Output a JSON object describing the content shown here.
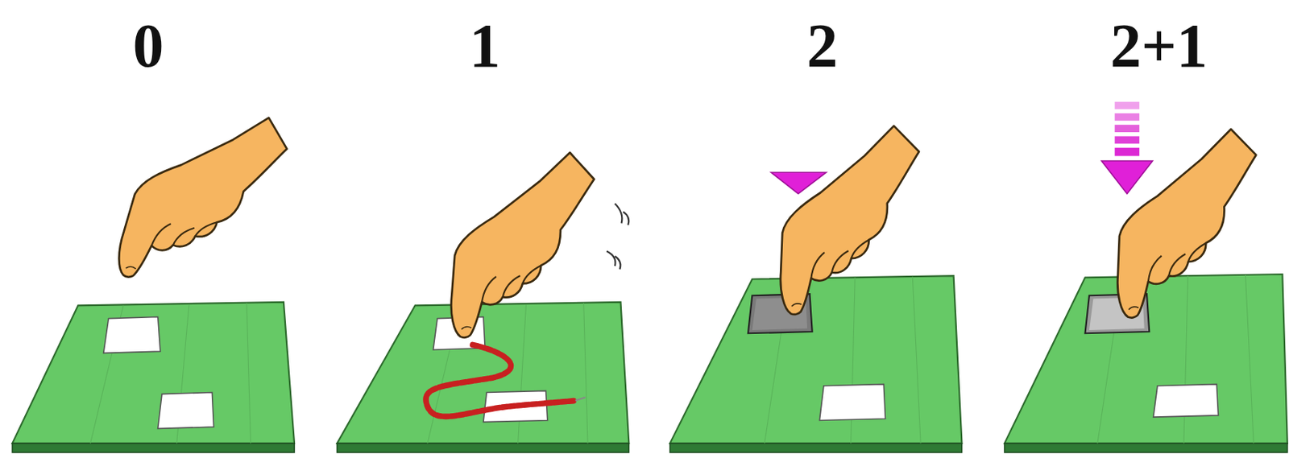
{
  "diagram": {
    "labels": [
      "0",
      "1",
      "2",
      "2+1"
    ]
  }
}
